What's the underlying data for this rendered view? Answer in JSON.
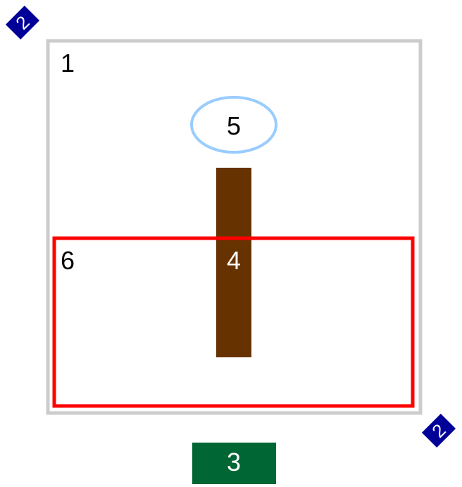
{
  "shapes": {
    "box1": {
      "label": "1",
      "stroke": "#cccccc",
      "label_color": "#000000"
    },
    "marker_top": {
      "label": "2",
      "fill": "#000099",
      "label_color": "#ffffff"
    },
    "marker_bottom": {
      "label": "2",
      "fill": "#000099",
      "label_color": "#ffffff"
    },
    "rect3": {
      "label": "3",
      "fill": "#006633",
      "label_color": "#ffffff"
    },
    "bar4": {
      "label": "4",
      "fill": "#663300",
      "label_color": "#ffffff"
    },
    "ellipse5": {
      "label": "5",
      "stroke": "#99ccff",
      "label_color": "#000000"
    },
    "box6": {
      "label": "6",
      "stroke": "#ff0000",
      "label_color": "#000000"
    }
  }
}
